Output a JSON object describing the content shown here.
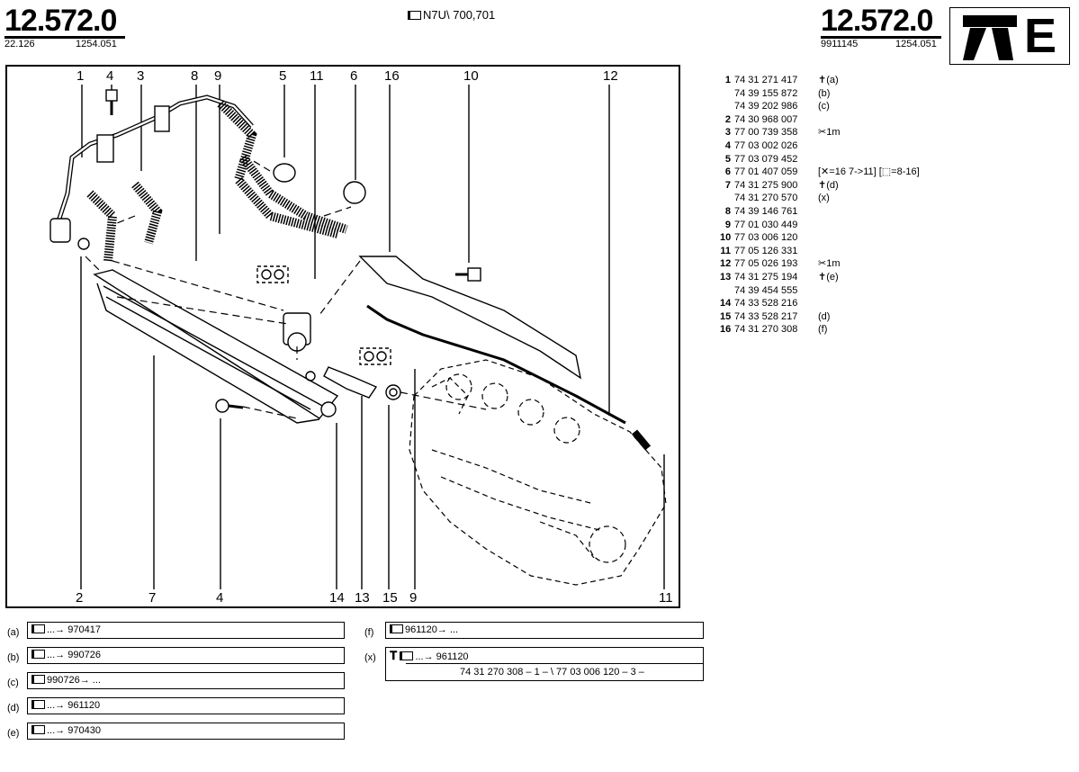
{
  "header": {
    "left_ref": "12.572.0",
    "left_sub_a": "22.126",
    "left_sub_b": "1254.051",
    "center": "N7U\\ 700,701",
    "right_ref": "12.572.0",
    "right_sub_a": "9911145",
    "right_sub_b": "1254.051",
    "logo_letter": "E"
  },
  "callouts_top": [
    "1",
    "4",
    "3",
    "8",
    "9",
    "5",
    "11",
    "6",
    "16",
    "10",
    "12"
  ],
  "callouts_bottom": [
    "2",
    "7",
    "4",
    "14",
    "13",
    "15",
    "9",
    "11"
  ],
  "parts": [
    {
      "num": "1",
      "ref": "74 31 271 417",
      "suffix": "✝(a)"
    },
    {
      "num": "",
      "ref": "74 39 155 872",
      "suffix": "(b)"
    },
    {
      "num": "",
      "ref": "74 39 202 986",
      "suffix": "(c)"
    },
    {
      "num": "2",
      "ref": "74 30 968 007",
      "suffix": ""
    },
    {
      "num": "3",
      "ref": "77 00 739 358",
      "suffix": "✂1m"
    },
    {
      "num": "4",
      "ref": "77 03 002 026",
      "suffix": ""
    },
    {
      "num": "5",
      "ref": "77 03 079 452",
      "suffix": ""
    },
    {
      "num": "6",
      "ref": "77 01 407 059",
      "suffix": "[✕=16 7->11] [⬚=8-16]"
    },
    {
      "num": "7",
      "ref": "74 31 275 900",
      "suffix": "✝(d)"
    },
    {
      "num": "",
      "ref": "74 31 270 570",
      "suffix": "(x)"
    },
    {
      "num": "8",
      "ref": "74 39 146 761",
      "suffix": ""
    },
    {
      "num": "9",
      "ref": "77 01 030 449",
      "suffix": ""
    },
    {
      "num": "10",
      "ref": "77 03 006 120",
      "suffix": ""
    },
    {
      "num": "11",
      "ref": "77 05 126 331",
      "suffix": ""
    },
    {
      "num": "12",
      "ref": "77 05 026 193",
      "suffix": "✂1m"
    },
    {
      "num": "13",
      "ref": "74 31 275 194",
      "suffix": "✝(e)"
    },
    {
      "num": "",
      "ref": "74 39 454 555",
      "suffix": ""
    },
    {
      "num": "14",
      "ref": "74 33 528 216",
      "suffix": ""
    },
    {
      "num": "15",
      "ref": "74 33 528 217",
      "suffix": "(d)"
    },
    {
      "num": "16",
      "ref": "74 31 270 308",
      "suffix": "(f)"
    }
  ],
  "notes": {
    "a": {
      "label": "(a)",
      "text": "...→ 970417"
    },
    "b": {
      "label": "(b)",
      "text": "...→ 990726"
    },
    "c": {
      "label": "(c)",
      "text": "990726→ ..."
    },
    "d": {
      "label": "(d)",
      "text": "...→ 961120"
    },
    "e": {
      "label": "(e)",
      "text": "...→ 970430"
    },
    "f": {
      "label": "(f)",
      "text": "961120→ ..."
    },
    "x": {
      "label": "(x)",
      "text": "...→ 961120",
      "text2": "74 31 270 308 – 1 – \\ 77 03 006 120 – 3 –"
    }
  }
}
